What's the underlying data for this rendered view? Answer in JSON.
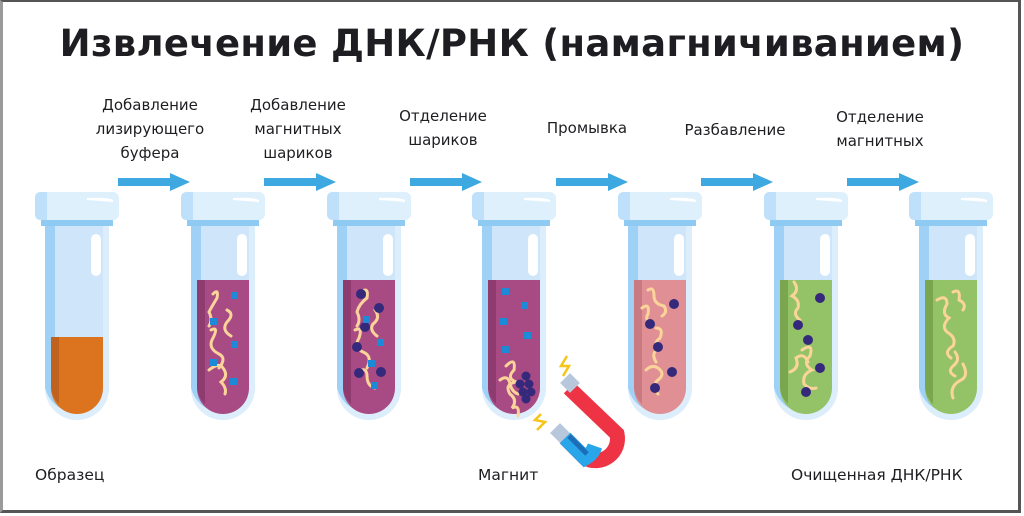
{
  "title": "Извлечение ДНК/РНК (намагничиванием)",
  "steps": [
    {
      "label": "Добавление лизирующего буфера",
      "lines": [
        "Добавление",
        "лизирующего",
        "буфера"
      ]
    },
    {
      "label": "Добавление магнитных шариков",
      "lines": [
        "Добавление",
        "магнитных",
        "шариков"
      ]
    },
    {
      "label": "Отделение шариков",
      "lines": [
        "Отделение",
        "шариков"
      ]
    },
    {
      "label": "Промывка",
      "lines": [
        "Промывка"
      ]
    },
    {
      "label": "Разбавление",
      "lines": [
        "Разбавление"
      ]
    },
    {
      "label": "Отделение магнитных",
      "lines": [
        "Отделение",
        "магнитных"
      ]
    }
  ],
  "bottom_labels": {
    "sample": "Образец",
    "magnet": "Магнит",
    "purified": "Очищенная ДНК/РНК"
  },
  "tubes": [
    {
      "name": "sample",
      "liquid_color": "#dc731e"
    },
    {
      "name": "lysis-buffer",
      "liquid_color": "#a84a84"
    },
    {
      "name": "magnetic-beads",
      "liquid_color": "#a84a84"
    },
    {
      "name": "bead-separation",
      "liquid_color": "#a84a84"
    },
    {
      "name": "wash",
      "liquid_color": "#e08f94"
    },
    {
      "name": "dilution",
      "liquid_color": "#94c266"
    },
    {
      "name": "purified",
      "liquid_color": "#94c266"
    }
  ],
  "colors": {
    "arrow": "#3ea8e0",
    "glass": "#cfe6fb",
    "cap": "#dff0fd",
    "dna_strand": "#fbd49a",
    "bead_dark": "#34297a",
    "bead_square": "#1c8ad6",
    "magnet_red": "#ee3344",
    "magnet_blue": "#29a6ea"
  }
}
